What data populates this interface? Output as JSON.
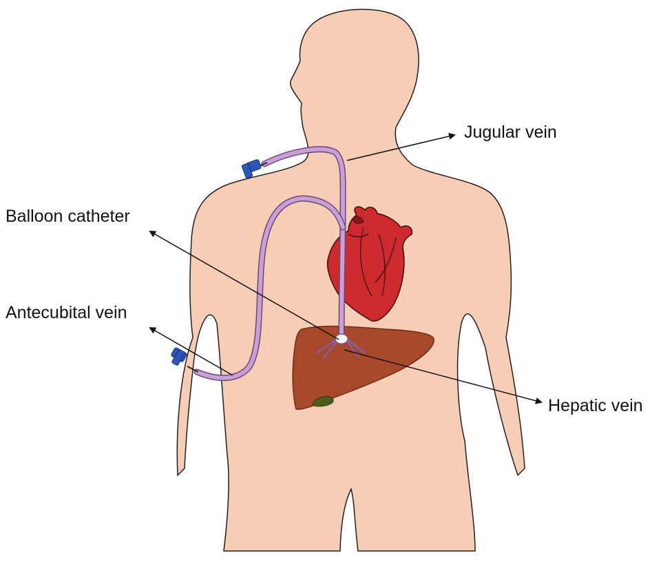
{
  "labels": {
    "jugular_vein": "Jugular vein",
    "balloon_catheter": "Balloon catheter",
    "antecubital_vein": "Antecubital vein",
    "hepatic_vein": "Hepatic vein"
  },
  "colors": {
    "skin": "#f7cdb6",
    "skin_edge": "#1f1f1f",
    "heart": "#cc2a2e",
    "heart_dark": "#8e1518",
    "liver": "#a8492b",
    "liver_dark": "#6d2a15",
    "gallbladder": "#4f5d1c",
    "catheter": "#c9a0d6",
    "catheter_edge": "#6a4578",
    "connector": "#2c56b8",
    "arrow": "#111111"
  }
}
